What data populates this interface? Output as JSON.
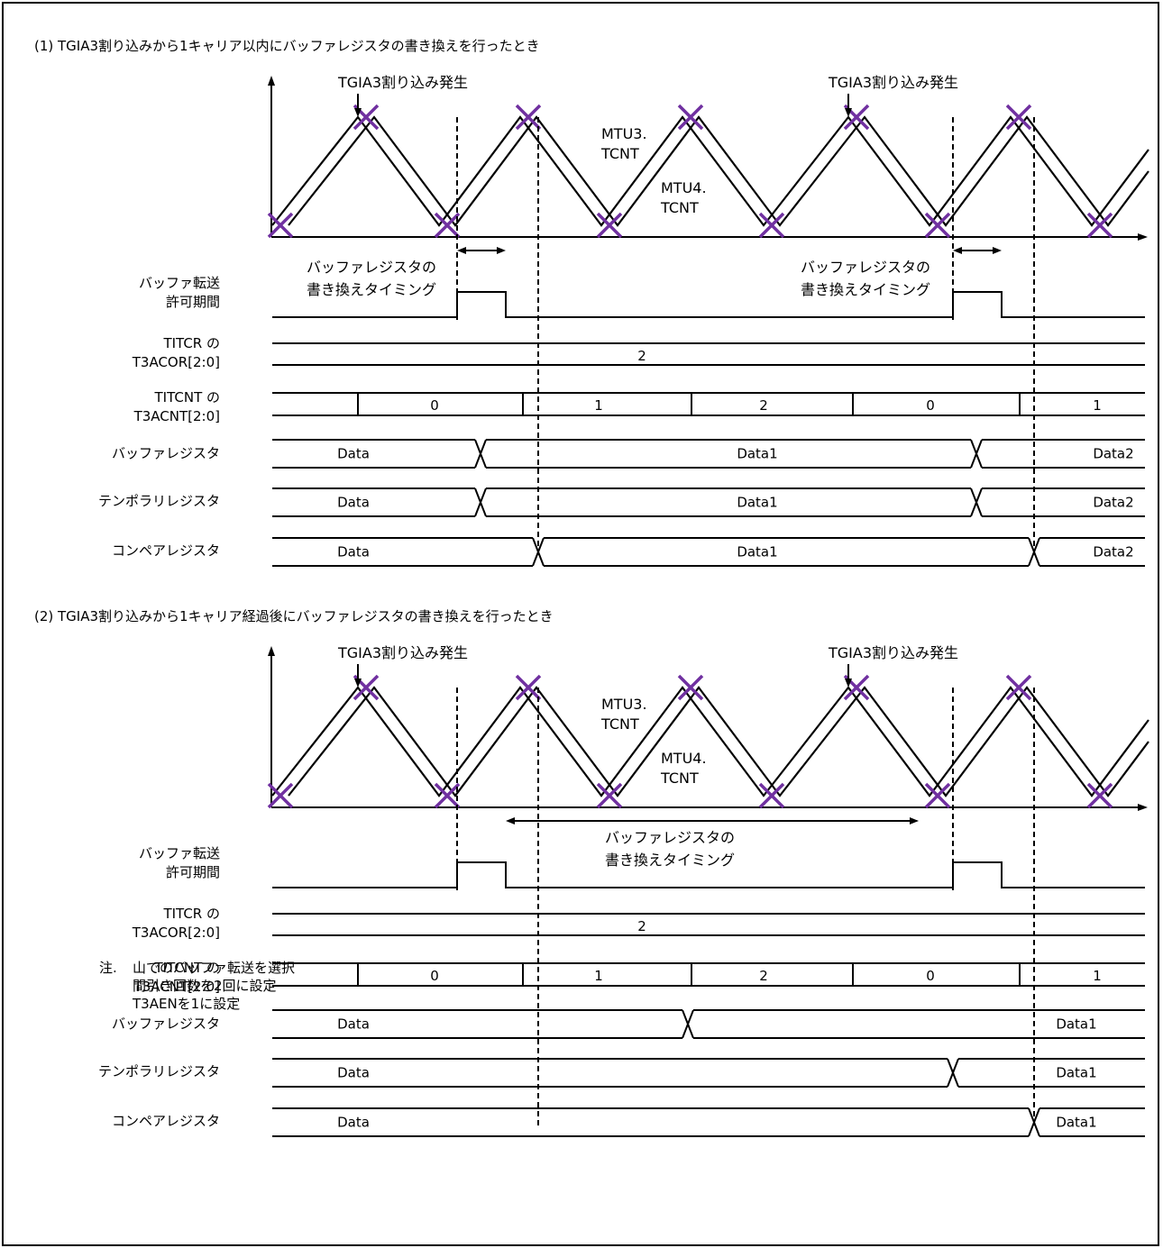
{
  "sections": [
    {
      "title": "(1) TGIA3割り込みから1キャリア以内にバッファレジスタの書き換えを行ったとき",
      "interrupt_label": "TGIA3割り込み発生",
      "mtu3_label": [
        "MTU3.",
        "TCNT"
      ],
      "mtu4_label": [
        "MTU4.",
        "TCNT"
      ],
      "rewrite_label": [
        "バッファレジスタの",
        "書き換えタイミング"
      ],
      "row_labels": {
        "transfer": [
          "バッファ転送",
          "許可期間"
        ],
        "titcr": [
          "TITCR の",
          "T3ACOR[2:0]"
        ],
        "titcnt": [
          "TITCNT の",
          "T3ACNT[2:0]"
        ],
        "buffer": "バッファレジスタ",
        "temp": "テンポラリレジスタ",
        "compare": "コンペアレジスタ"
      },
      "titcr_value": "2",
      "titcnt_values": [
        "0",
        "1",
        "2",
        "0",
        "1"
      ],
      "buffer_values": [
        "Data",
        "Data1",
        "Data2"
      ],
      "temp_values": [
        "Data",
        "Data1",
        "Data2"
      ],
      "compare_values": [
        "Data",
        "Data1",
        "Data2"
      ]
    },
    {
      "title": "(2) TGIA3割り込みから1キャリア経過後にバッファレジスタの書き換えを行ったとき",
      "interrupt_label": "TGIA3割り込み発生",
      "mtu3_label": [
        "MTU3.",
        "TCNT"
      ],
      "mtu4_label": [
        "MTU4.",
        "TCNT"
      ],
      "rewrite_label": [
        "バッファレジスタの",
        "書き換えタイミング"
      ],
      "row_labels": {
        "transfer": [
          "バッファ転送",
          "許可期間"
        ],
        "titcr": [
          "TITCR の",
          "T3ACOR[2:0]"
        ],
        "titcnt": [
          "TITCNT の",
          "T3ACNT[2:0]"
        ],
        "buffer": "バッファレジスタ",
        "temp": "テンポラリレジスタ",
        "compare": "コンペアレジスタ"
      },
      "titcr_value": "2",
      "titcnt_values": [
        "0",
        "1",
        "2",
        "0",
        "1"
      ],
      "buffer_values": [
        "Data",
        "Data1"
      ],
      "temp_values": [
        "Data",
        "Data1"
      ],
      "compare_values": [
        "Data",
        "Data1"
      ]
    }
  ],
  "note": {
    "prefix": "注.",
    "lines": [
      "山でのバッファ転送を選択",
      "間引き回数を2回に設定",
      "T3AENを1に設定"
    ]
  },
  "colors": {
    "line": "#000000",
    "marker": "#7030a0"
  }
}
